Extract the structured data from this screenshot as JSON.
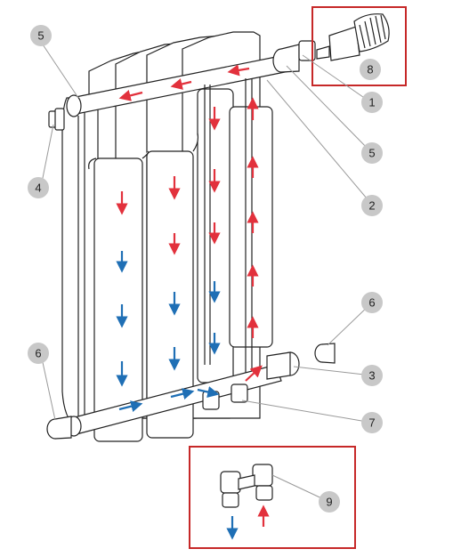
{
  "diagram": {
    "callouts": [
      {
        "id": "c5a",
        "label": "5"
      },
      {
        "id": "c4",
        "label": "4"
      },
      {
        "id": "c6a",
        "label": "6"
      },
      {
        "id": "c8",
        "label": "8"
      },
      {
        "id": "c1",
        "label": "1"
      },
      {
        "id": "c5b",
        "label": "5"
      },
      {
        "id": "c2",
        "label": "2"
      },
      {
        "id": "c6b",
        "label": "6"
      },
      {
        "id": "c3",
        "label": "3"
      },
      {
        "id": "c7",
        "label": "7"
      },
      {
        "id": "c9",
        "label": "9"
      }
    ],
    "colors": {
      "hot_flow": "#e2313c",
      "cold_flow": "#1f6fb5",
      "highlight_frame": "#c62828",
      "callout_fill": "#c8c8c8",
      "outline": "#222222"
    },
    "icons": [
      "thermostatic-head-icon",
      "bottom-valve-unit-icon",
      "air-vent-plug-icon",
      "end-cap-plug-icon"
    ]
  }
}
